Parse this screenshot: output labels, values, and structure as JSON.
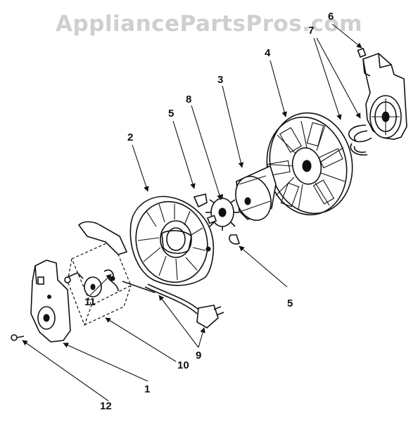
{
  "watermark": "AppliancePartsPros.com",
  "callouts": [
    {
      "id": "1",
      "label": "1"
    },
    {
      "id": "2",
      "label": "2"
    },
    {
      "id": "3",
      "label": "3"
    },
    {
      "id": "4",
      "label": "4"
    },
    {
      "id": "5a",
      "label": "5"
    },
    {
      "id": "5b",
      "label": "5"
    },
    {
      "id": "6",
      "label": "6"
    },
    {
      "id": "7",
      "label": "7"
    },
    {
      "id": "8",
      "label": "8"
    },
    {
      "id": "9",
      "label": "9"
    },
    {
      "id": "10",
      "label": "10"
    },
    {
      "id": "11",
      "label": "11"
    },
    {
      "id": "12",
      "label": "12"
    }
  ]
}
